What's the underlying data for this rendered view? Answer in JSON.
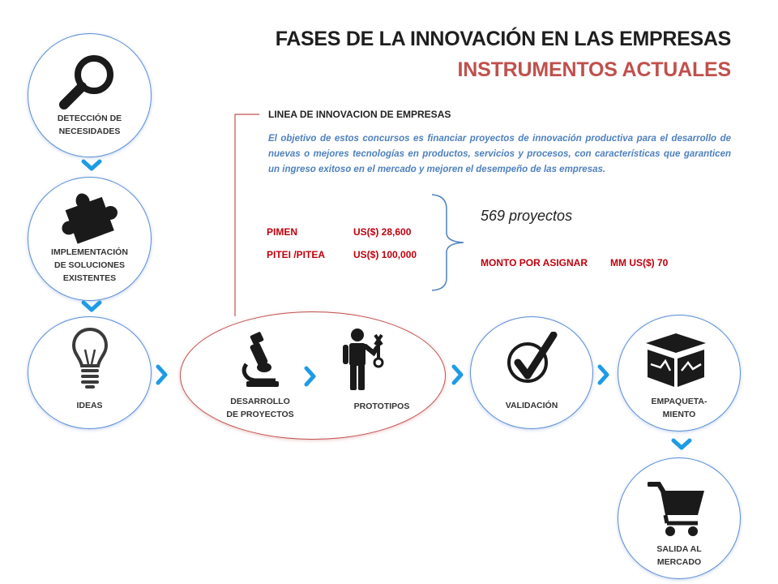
{
  "title": {
    "line1": "FASES DE LA INNOVACIÓN EN LAS EMPRESAS",
    "line2": "INSTRUMENTOS ACTUALES"
  },
  "phases": {
    "deteccion": "DETECCIÓN DE\nNECESIDADES",
    "implementacion": "IMPLEMENTACIÓN\nDE SOLUCIONES\nEXISTENTES",
    "ideas": "IDEAS",
    "desarrollo": "DESARROLLO\nDE PROYECTOS",
    "prototipos": "PROTOTIPOS",
    "validacion": "VALIDACIÓN",
    "empaquetamiento": "EMPAQUETA-\nMIENTO",
    "salida": "SALIDA AL\nMERCADO"
  },
  "linea": {
    "heading": "LINEA DE INNOVACION DE EMPRESAS",
    "description": "El objetivo de estos concursos es financiar proyectos de innovación productiva para el desarrollo de nuevas o mejores tecnologías en productos, servicios y procesos, con características que garanticen un ingreso exitoso en el mercado y mejoren el desempeño de las empresas."
  },
  "instruments": [
    {
      "name": "PIMEN",
      "amount": "US($) 28,600"
    },
    {
      "name": "PITEI /PITEA",
      "amount": "US($) 100,000"
    }
  ],
  "summary": {
    "projects": "569 proyectos",
    "monto_label": "MONTO POR ASIGNAR",
    "monto_value": "MM US($) 70"
  },
  "colors": {
    "accent_blue": "#1e9be5",
    "title_red": "#c0504d",
    "text_red": "#c0000c",
    "desc_blue": "#4f81bd",
    "highlight_circle_border": "#c0504d"
  },
  "icons": [
    "magnifier-icon",
    "puzzle-icon",
    "lightbulb-icon",
    "microscope-icon",
    "mechanic-icon",
    "checkmark-icon",
    "box-icon",
    "shopping-cart-icon",
    "chevron-down-icon",
    "chevron-right-icon"
  ]
}
